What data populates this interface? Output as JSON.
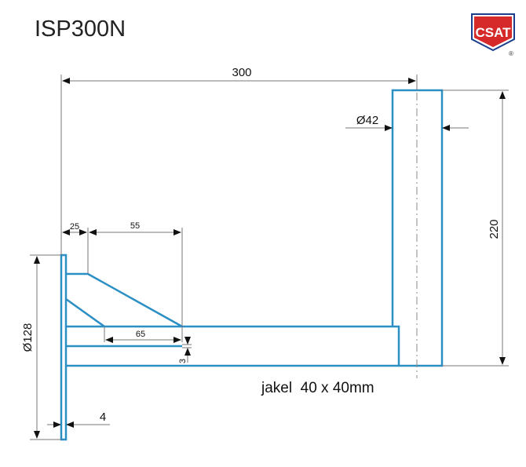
{
  "title": "ISP300N",
  "logo": {
    "text": "CSAT",
    "registered": "®",
    "colors": {
      "shield": "#d62a2a",
      "border": "#1d3f8f"
    }
  },
  "dimensions": {
    "length": "300",
    "tube_diameter": "Ø42",
    "height": "220",
    "offset_1": "25",
    "offset_2": "55",
    "gusset_base": "65",
    "gap": "3",
    "plate_diameter": "Ø128",
    "plate_thickness": "4"
  },
  "note": "jakel  40 x 40mm",
  "colors": {
    "part": "#2b8fc4"
  }
}
